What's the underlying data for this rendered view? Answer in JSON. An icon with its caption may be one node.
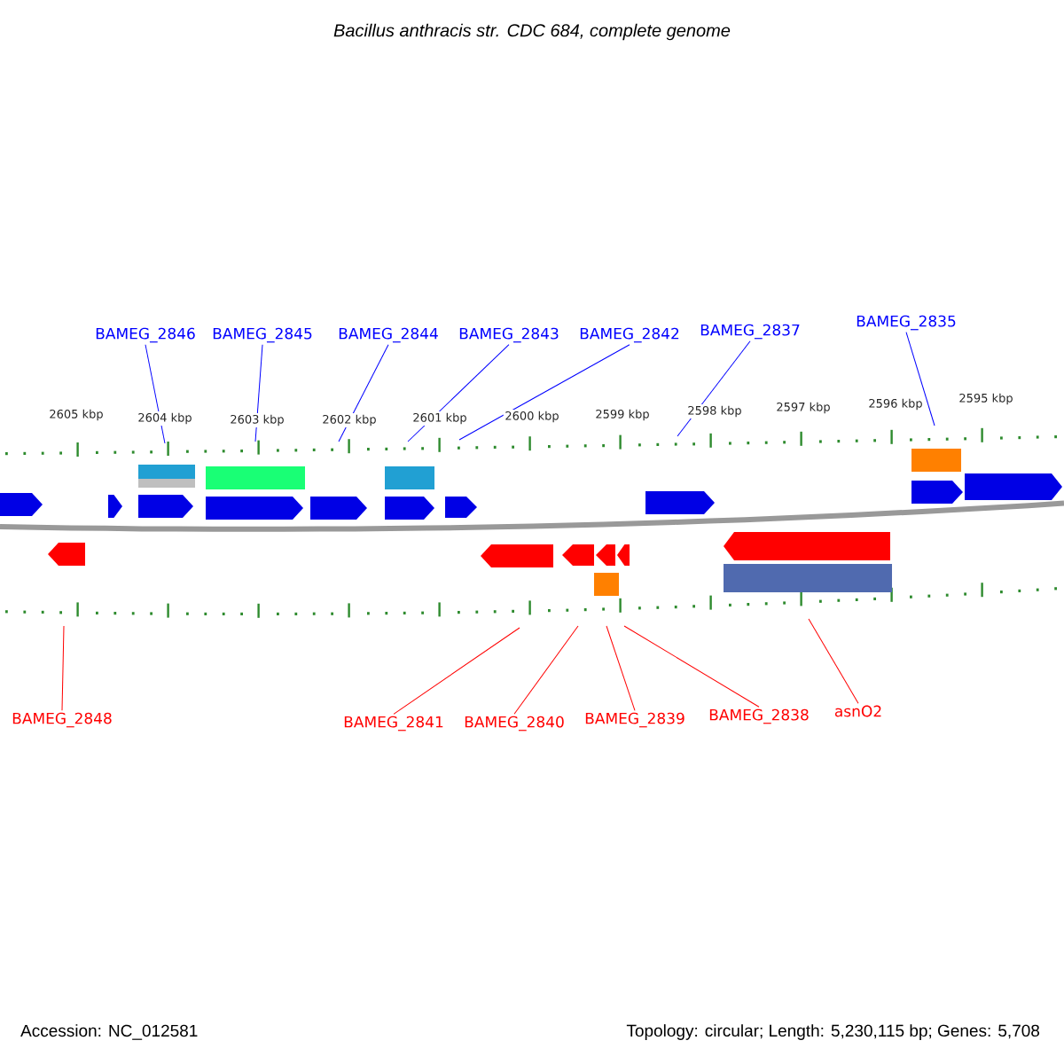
{
  "diagram": {
    "title": "Bacillus anthracis str. CDC 684, complete genome",
    "nodes": [
      {
        "text": [
          "BAMEG_2846"
        ]
      },
      {
        "text": [
          "BAMEG_2845"
        ]
      },
      {
        "text": [
          "BAMEG_2844"
        ]
      },
      {
        "text": [
          "BAMEG_2843"
        ]
      },
      {
        "text": [
          "BAMEG_2842"
        ]
      },
      {
        "text": [
          "BAMEG_2837"
        ]
      },
      {
        "text": [
          "BAMEG_2835"
        ]
      },
      {
        "text": [
          "BAMEG_2848"
        ]
      },
      {
        "text": [
          "BAMEG_2841"
        ]
      },
      {
        "text": [
          "BAMEG_2840"
        ]
      },
      {
        "text": [
          "BAMEG_2839"
        ]
      },
      {
        "text": [
          "BAMEG_2838"
        ]
      },
      {
        "text": [
          "asnO2"
        ]
      }
    ],
    "edges": [
      {
        "from": 0,
        "to": null,
        "arrow": "none"
      },
      {
        "from": 1,
        "to": null,
        "arrow": "none"
      },
      {
        "from": 2,
        "to": null,
        "arrow": "none"
      },
      {
        "from": 3,
        "to": null,
        "arrow": "none"
      },
      {
        "from": 4,
        "to": null,
        "arrow": "none"
      },
      {
        "from": 5,
        "to": null,
        "arrow": "none"
      },
      {
        "from": 6,
        "to": null,
        "arrow": "none"
      },
      {
        "from": 7,
        "to": null,
        "arrow": "none",
        "color": "#ff0000"
      },
      {
        "from": 8,
        "to": null,
        "arrow": "none",
        "color": "#ff0000"
      },
      {
        "from": 9,
        "to": null,
        "arrow": "none",
        "color": "#ff0000"
      },
      {
        "from": 10,
        "to": null,
        "arrow": "none",
        "color": "#ff0000"
      },
      {
        "from": 11,
        "to": null,
        "arrow": "none",
        "color": "#ff0000"
      },
      {
        "from": 12,
        "to": null,
        "arrow": "none",
        "color": "#ff0000"
      }
    ],
    "labels": [
      "2605 kbp",
      "2604 kbp",
      "2603 kbp",
      "2602 kbp",
      "2601 kbp",
      "2600 kbp",
      "2599 kbp",
      "2598 kbp",
      "2597 kbp",
      "2596 kbp",
      "2595 kbp",
      "Accession: NC_012581",
      "Topology: circular; Length: 5,230,115 bp; Genes: 5,708"
    ]
  }
}
